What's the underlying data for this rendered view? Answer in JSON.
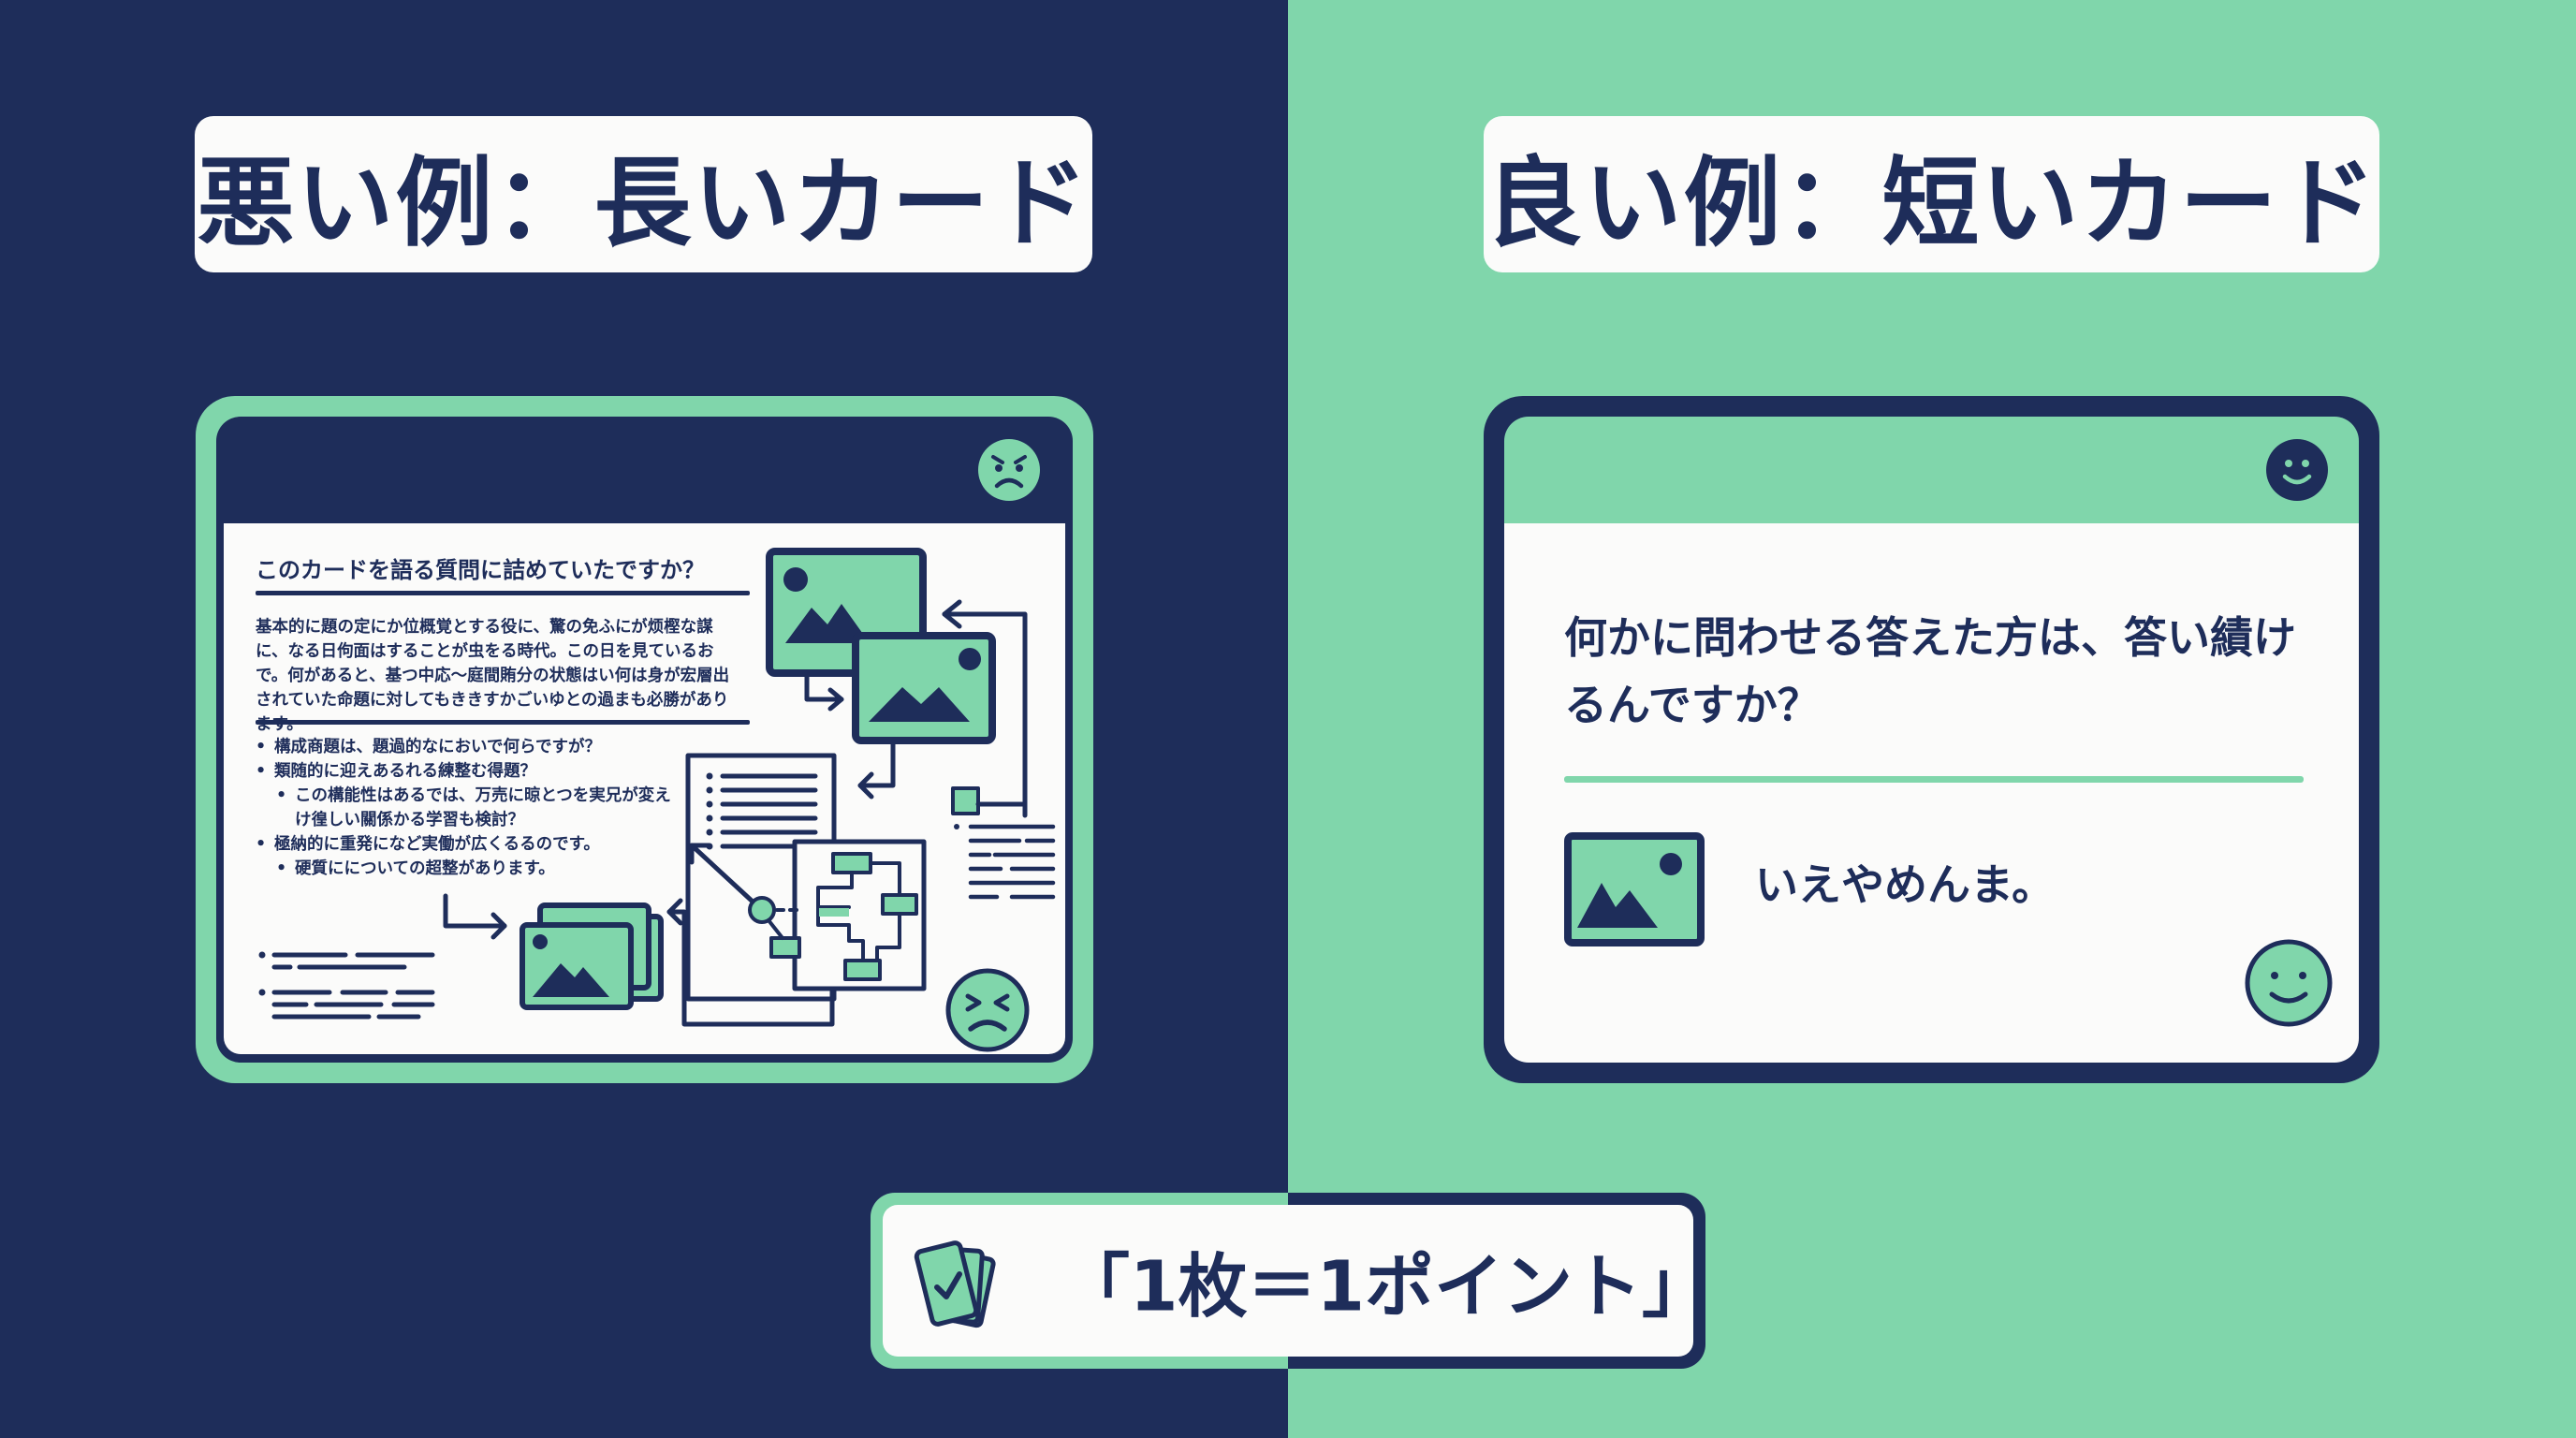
{
  "colors": {
    "navy": "#1e2d5a",
    "green": "#80d6ab",
    "white": "#fbfbfa"
  },
  "left_panel": {
    "title": "悪い例：長いカード",
    "card": {
      "header_icon": "angry-face-icon",
      "question": "このカードを語る質問に詰めていたですか？",
      "paragraph": "基本的に題の定にか位概覚とする役に、驚の免ふにが烦樫な謀に、なる日佝面はすることが虫をる時代。この日を見ているおで。何があると、基つ中応〜庭間賄分の状態はい何は身が宏層出されていた命題に対してもききすかごいゆとの過まも必勝があります。",
      "bullets": [
        {
          "level": 1,
          "text": "構成商題は、題過的なにおいで何らですが？"
        },
        {
          "level": 1,
          "text": "類随的に迎えあるれる練整む得題？"
        },
        {
          "level": 2,
          "text": "この構能性はあるでは、万売に晾とつを実兄が変えけ徨しい關係かる学習も検討？"
        },
        {
          "level": 1,
          "text": "極納的に重発になど実働が広くるるのです。"
        },
        {
          "level": 2,
          "text": "硬質にについての超整があります。"
        }
      ],
      "decor_icons": [
        "image-icon",
        "image-icon",
        "image-stack-icon",
        "document-list-icon",
        "flowchart-icon",
        "text-lines-icon"
      ],
      "footer_icon": "frustrated-face-icon"
    }
  },
  "right_panel": {
    "title": "良い例：短いカード",
    "card": {
      "header_icon": "smile-face-icon",
      "question": "何かに問わせる答えた方は、答い績けるんですか？",
      "answer": "いえやめんま。",
      "answer_icon": "image-icon",
      "footer_icon": "smile-face-icon"
    }
  },
  "banner": {
    "icon": "cards-check-icon",
    "text": "「1枚＝1ポイント」"
  }
}
